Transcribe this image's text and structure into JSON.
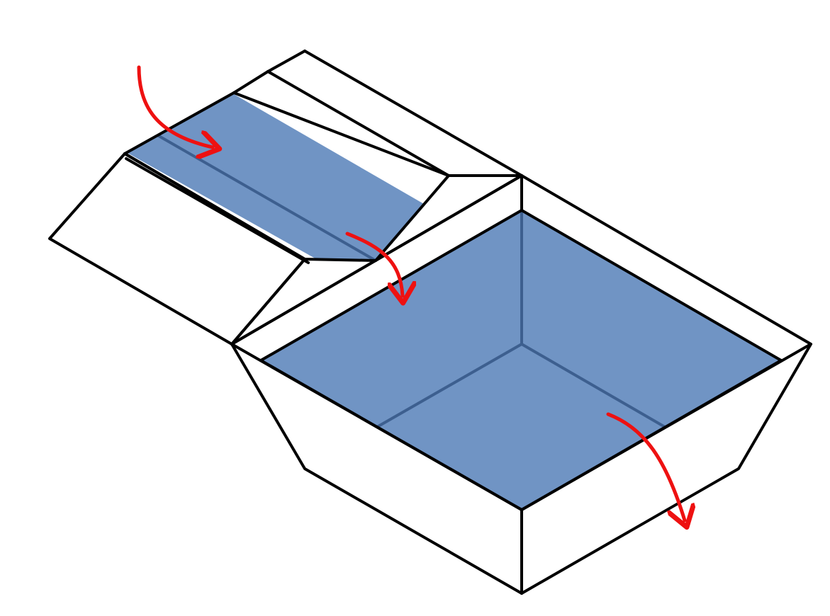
{
  "diagram": {
    "kind": "isometric-basin-flow",
    "colors": {
      "background": "#ffffff",
      "outline": "#000000",
      "water_fill": "#7094c4",
      "water_edge": "#3d5f8f",
      "flow_arrow": "#ee1111"
    },
    "elements": [
      {
        "name": "upper-channel",
        "role": "inflow channel holding water"
      },
      {
        "name": "lower-basin",
        "role": "large basin holding water"
      },
      {
        "name": "flow-arrow-inlet",
        "role": "water entering channel"
      },
      {
        "name": "flow-arrow-transfer",
        "role": "water moving from channel into basin"
      },
      {
        "name": "flow-arrow-outlet",
        "role": "water leaving basin"
      }
    ]
  }
}
